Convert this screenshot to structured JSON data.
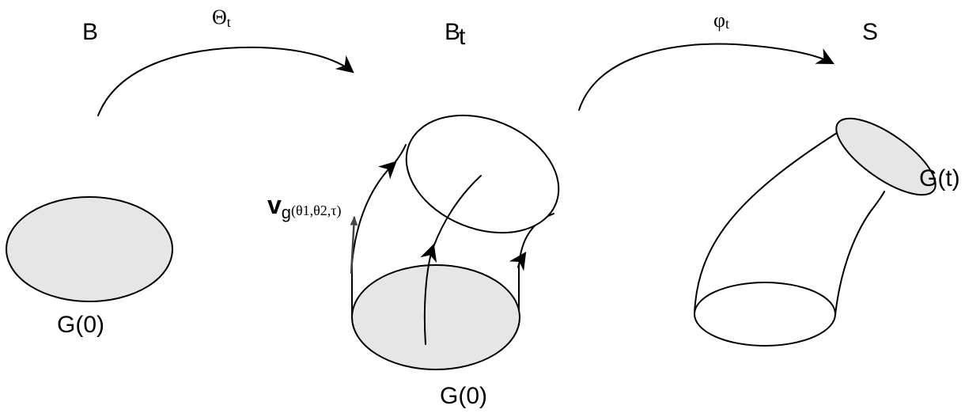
{
  "colors": {
    "line": "#000000",
    "region_fill": "#e6e6e6",
    "velocity_arrow": "#444444"
  },
  "labels": {
    "space_B": "B",
    "space_Bt": "B",
    "space_Bt_sub": "t",
    "space_S": "S",
    "map_Theta": "Θ",
    "map_Theta_sub": "t",
    "map_phi": "φ",
    "map_phi_sub": "t",
    "region_G0_left": "G(0)",
    "region_G0_middle": "G(0)",
    "region_Gt": "G(t)",
    "velocity_v": "v",
    "velocity_sub": "g",
    "velocity_args": "(θ1,θ2,τ)"
  },
  "icons": {
    "map_arrow": "curved-arrow",
    "flow_arrow": "arrowhead"
  }
}
